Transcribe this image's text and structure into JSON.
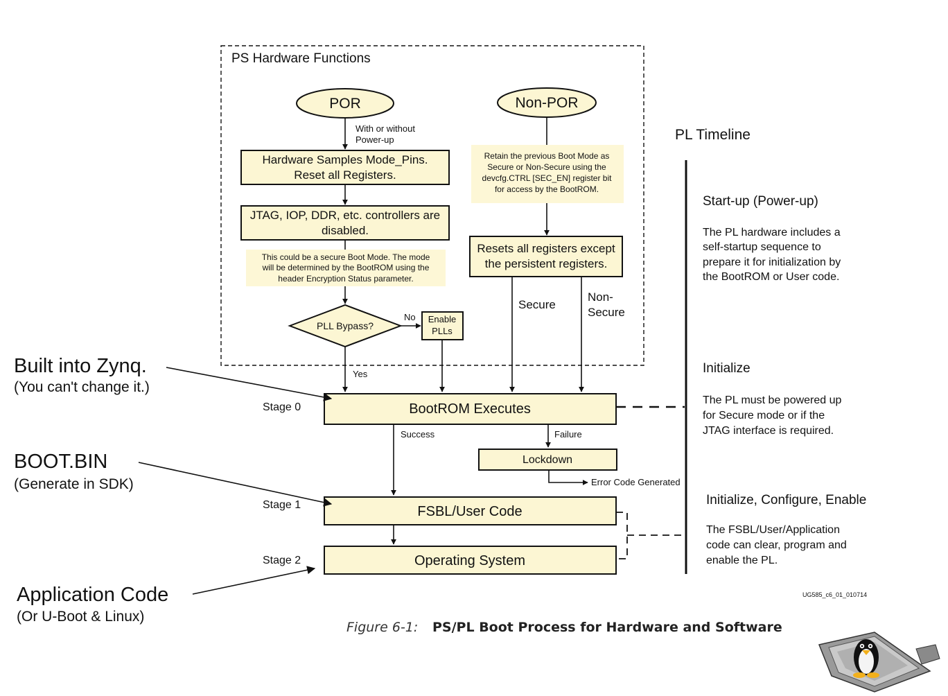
{
  "ps_section": {
    "title": "PS Hardware Functions",
    "por": "POR",
    "non_por": "Non-POR",
    "with_or_without": [
      "With or without",
      "Power-up"
    ],
    "hw_samples": [
      "Hardware Samples Mode_Pins.",
      "Reset all Registers."
    ],
    "jtag_disabled": [
      "JTAG, IOP, DDR, etc. controllers are",
      "disabled."
    ],
    "secure_note": [
      "This could be a secure Boot Mode. The mode",
      "will be determined by the BootROM using the",
      "header Encryption Status parameter."
    ],
    "retain_note": [
      "Retain the previous Boot Mode as",
      "Secure or Non-Secure using the",
      "devcfg.CTRL [SEC_EN] register bit",
      "for access by the BootROM."
    ],
    "resets_all": [
      "Resets all registers except",
      "the persistent registers."
    ],
    "pll_bypass": "PLL Bypass?",
    "no_label": "No",
    "yes_label": "Yes",
    "enable_plls": [
      "Enable",
      "PLLs"
    ],
    "secure_label": "Secure",
    "non_secure_label": [
      "Non-",
      "Secure"
    ]
  },
  "stages": {
    "stage0": "Stage 0",
    "stage1": "Stage 1",
    "stage2": "Stage 2",
    "bootrom": "BootROM Executes",
    "success": "Success",
    "failure": "Failure",
    "lockdown": "Lockdown",
    "error_code": "Error Code Generated",
    "fsbl": "FSBL/User Code",
    "os": "Operating System"
  },
  "pl_timeline": {
    "title": "PL Timeline",
    "startup_heading": "Start-up (Power-up)",
    "startup_text": [
      "The PL hardware includes a",
      "self-startup sequence to",
      "prepare it for initialization by",
      "the BootROM or User code."
    ],
    "init_heading": "Initialize",
    "init_text": [
      "The PL must be powered up",
      "for Secure mode or if the",
      "JTAG interface is required."
    ],
    "ice_heading": "Initialize, Configure, Enable",
    "ice_text": [
      "The FSBL/User/Application",
      "code can clear, program and",
      "enable the PL."
    ]
  },
  "annotations": {
    "built_into": "Built into Zynq.",
    "cant_change": "(You can't change it.)",
    "boot_bin": "BOOT.BIN",
    "generate_sdk": "(Generate in SDK)",
    "app_code": "Application Code",
    "uboot_linux": "(Or U-Boot & Linux)"
  },
  "figure": {
    "ref": "UG585_c6_01_010714",
    "number": "Figure 6-1:",
    "caption": "PS/PL Boot Process for Hardware and Software"
  },
  "logo": {
    "icon": "linux-penguin-chip-icon"
  },
  "colors": {
    "box_fill": "#fcf6d3",
    "note_fill": "#fdf7d6"
  }
}
